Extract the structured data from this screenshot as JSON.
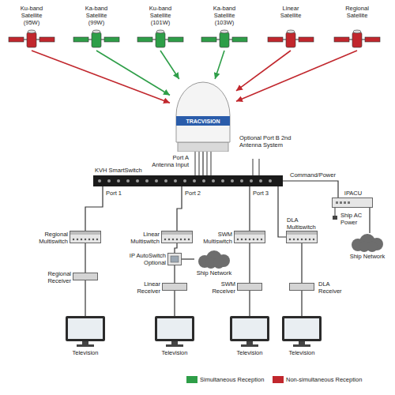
{
  "diagram": {
    "nodes": [
      {
        "text": [
          "Ku-band Satellite (95W)"
        ]
      },
      {
        "text": [
          "Ka-band Satellite (99W)"
        ]
      },
      {
        "text": [
          "Ku-band Satellite (101W)"
        ]
      },
      {
        "text": [
          "Ka-band Satellite (103W)"
        ]
      },
      {
        "text": [
          "Linear Satellite"
        ]
      },
      {
        "text": [
          "Regional Satellite"
        ]
      },
      {
        "text": [
          "TRACVISION"
        ]
      },
      {
        "text": [
          "KVH SmartSwitch"
        ]
      },
      {
        "text": [
          "IPACU"
        ]
      },
      {
        "text": [
          "Ship Network"
        ]
      },
      {
        "text": [
          "Regional Multiswitch"
        ]
      },
      {
        "text": [
          "Linear Multiswitch"
        ]
      },
      {
        "text": [
          "SWM Multiswitch"
        ]
      },
      {
        "text": [
          "DLA Multiswitch"
        ]
      },
      {
        "text": [
          "IP AutoSwitch Optional"
        ]
      },
      {
        "text": [
          "Ship Network"
        ]
      },
      {
        "text": [
          "Regional Receiver"
        ]
      },
      {
        "text": [
          "Linear Receiver"
        ]
      },
      {
        "text": [
          "SWM Receiver"
        ]
      },
      {
        "text": [
          "DLA Receiver"
        ]
      },
      {
        "text": [
          "Television"
        ]
      },
      {
        "text": [
          "Television"
        ]
      },
      {
        "text": [
          "Television"
        ]
      },
      {
        "text": [
          "Television"
        ]
      }
    ],
    "edges": [
      {
        "from": 0,
        "to": 6,
        "arrow": "to"
      },
      {
        "from": 1,
        "to": 6,
        "arrow": "to"
      },
      {
        "from": 2,
        "to": 6,
        "arrow": "to"
      },
      {
        "from": 3,
        "to": 6,
        "arrow": "to"
      },
      {
        "from": 4,
        "to": 6,
        "arrow": "to"
      },
      {
        "from": 5,
        "to": 6,
        "arrow": "to"
      },
      {
        "from": 6,
        "to": 7,
        "arrow": "none"
      },
      {
        "from": 7,
        "to": 10,
        "label": "Port 1",
        "arrow": "none"
      },
      {
        "from": 7,
        "to": 11,
        "label": "Port 2",
        "arrow": "none"
      },
      {
        "from": 7,
        "to": 12,
        "label": "Port 3",
        "arrow": "none"
      },
      {
        "from": 7,
        "to": 13,
        "arrow": "none"
      },
      {
        "from": 7,
        "to": 8,
        "label": "Command/Power",
        "arrow": "none"
      },
      {
        "from": 8,
        "to": 9,
        "arrow": "none"
      },
      {
        "from": 10,
        "to": 16,
        "arrow": "none"
      },
      {
        "from": 11,
        "to": 14,
        "arrow": "none"
      },
      {
        "from": 14,
        "to": 17,
        "arrow": "none"
      },
      {
        "from": 14,
        "to": 15,
        "arrow": "none"
      },
      {
        "from": 12,
        "to": 18,
        "arrow": "none"
      },
      {
        "from": 13,
        "to": 19,
        "arrow": "none"
      },
      {
        "from": 16,
        "to": 20,
        "arrow": "none"
      },
      {
        "from": 17,
        "to": 21,
        "arrow": "none"
      },
      {
        "from": 18,
        "to": 22,
        "arrow": "none"
      },
      {
        "from": 19,
        "to": 23,
        "arrow": "none"
      }
    ],
    "labels": [
      "Port A Antenna Input",
      "Optional Port B 2nd Antenna System",
      "Ship AC Power"
    ],
    "legend": [
      {
        "text": "Simultaneous Reception",
        "color": "#2e9e48"
      },
      {
        "text": "Non-simultaneous Reception",
        "color": "#c1272d"
      }
    ]
  }
}
